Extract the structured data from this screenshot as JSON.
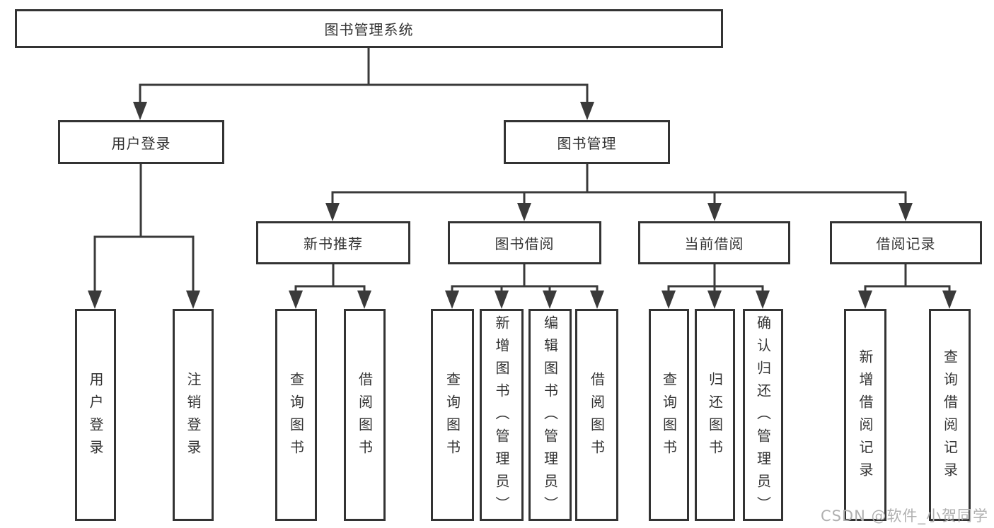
{
  "colors": {
    "border": "#333333",
    "line": "#3a3a3a",
    "text": "#333333",
    "watermark": "#b0b0b0",
    "background": "#ffffff"
  },
  "watermark": "CSDN @软件_小贺同学",
  "root": {
    "label": "图书管理系统",
    "children": [
      {
        "label": "用户登录",
        "children": [
          {
            "label": "用户登录"
          },
          {
            "label": "注销登录"
          }
        ]
      },
      {
        "label": "图书管理",
        "children": [
          {
            "label": "新书推荐",
            "children": [
              {
                "label": "查询图书"
              },
              {
                "label": "借阅图书"
              }
            ]
          },
          {
            "label": "图书借阅",
            "children": [
              {
                "label": "查询图书"
              },
              {
                "label": "新增图书（管理员）"
              },
              {
                "label": "编辑图书（管理员）"
              },
              {
                "label": "借阅图书"
              }
            ]
          },
          {
            "label": "当前借阅",
            "children": [
              {
                "label": "查询图书"
              },
              {
                "label": "归还图书"
              },
              {
                "label": "确认归还（管理员）"
              }
            ]
          },
          {
            "label": "借阅记录",
            "children": [
              {
                "label": "新增借阅记录"
              },
              {
                "label": "查询借阅记录"
              }
            ]
          }
        ]
      }
    ]
  }
}
